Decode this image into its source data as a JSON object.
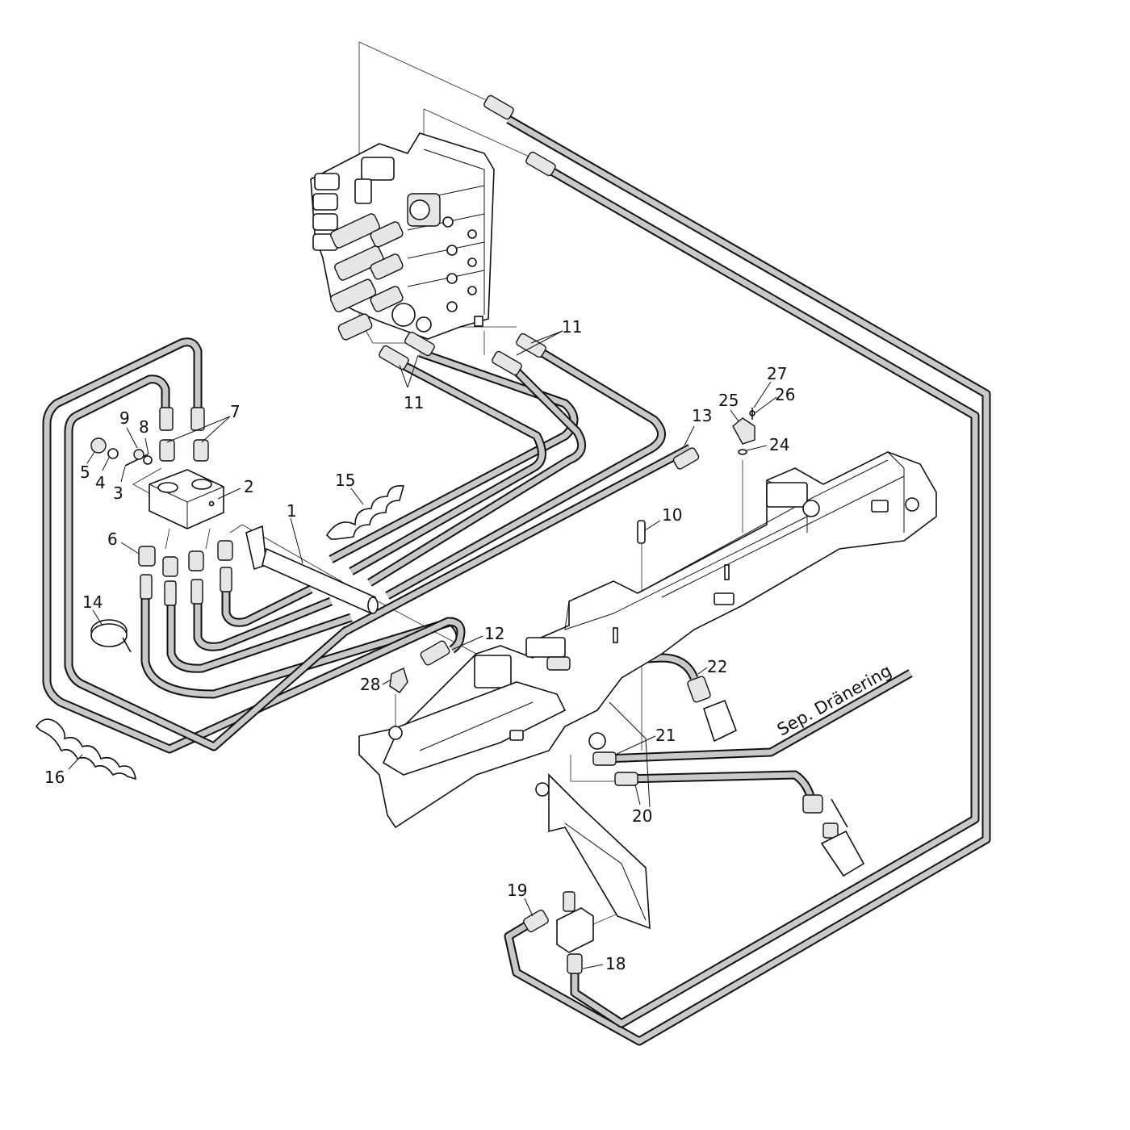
{
  "diagram": {
    "annotation": "Sep. Dränering",
    "callouts": [
      {
        "id": "c1",
        "label": "1"
      },
      {
        "id": "c2",
        "label": "2"
      },
      {
        "id": "c3",
        "label": "3"
      },
      {
        "id": "c4",
        "label": "4"
      },
      {
        "id": "c5",
        "label": "5"
      },
      {
        "id": "c6",
        "label": "6"
      },
      {
        "id": "c7",
        "label": "7"
      },
      {
        "id": "c8",
        "label": "8"
      },
      {
        "id": "c9",
        "label": "9"
      },
      {
        "id": "c10",
        "label": "10"
      },
      {
        "id": "c11a",
        "label": "11"
      },
      {
        "id": "c11b",
        "label": "11"
      },
      {
        "id": "c12",
        "label": "12"
      },
      {
        "id": "c13",
        "label": "13"
      },
      {
        "id": "c14",
        "label": "14"
      },
      {
        "id": "c15",
        "label": "15"
      },
      {
        "id": "c16",
        "label": "16"
      },
      {
        "id": "c18",
        "label": "18"
      },
      {
        "id": "c19",
        "label": "19"
      },
      {
        "id": "c20",
        "label": "20"
      },
      {
        "id": "c21",
        "label": "21"
      },
      {
        "id": "c22",
        "label": "22"
      },
      {
        "id": "c24",
        "label": "24"
      },
      {
        "id": "c25",
        "label": "25"
      },
      {
        "id": "c26",
        "label": "26"
      },
      {
        "id": "c27",
        "label": "27"
      },
      {
        "id": "c28",
        "label": "28"
      }
    ]
  }
}
